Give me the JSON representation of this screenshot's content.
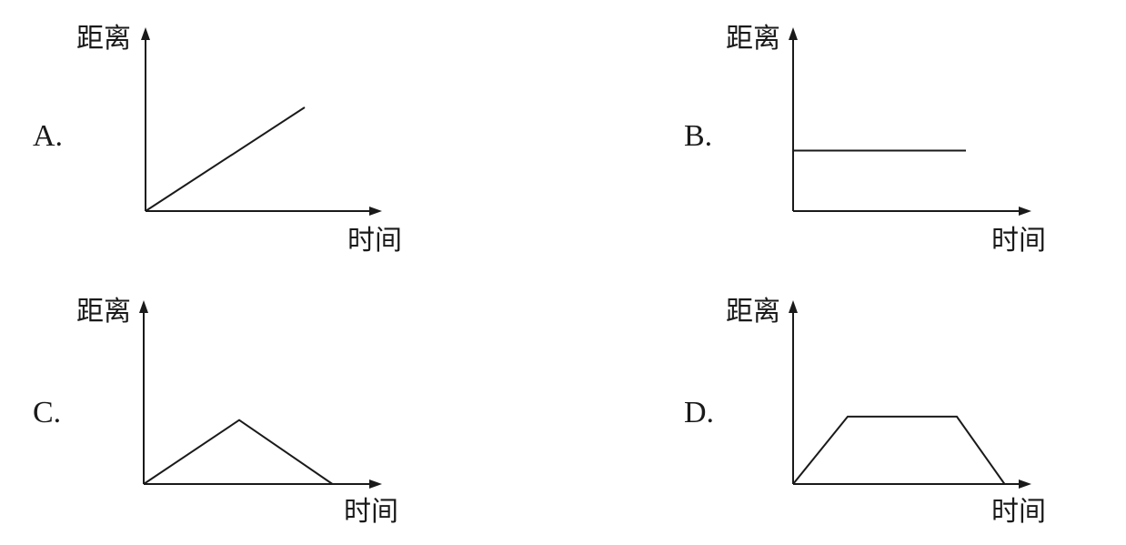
{
  "chart_data": [
    {
      "type": "line",
      "option": "A.",
      "xlabel": "时间",
      "ylabel": "距离",
      "xlim": [
        0,
        10
      ],
      "ylim": [
        0,
        10
      ],
      "grid": false,
      "series": [
        {
          "x": [
            0,
            7
          ],
          "y": [
            0,
            6
          ]
        }
      ]
    },
    {
      "type": "line",
      "option": "B.",
      "xlabel": "时间",
      "ylabel": "距离",
      "xlim": [
        0,
        10
      ],
      "ylim": [
        0,
        10
      ],
      "grid": false,
      "series": [
        {
          "x": [
            0,
            7.6
          ],
          "y": [
            3.5,
            3.5
          ]
        }
      ]
    },
    {
      "type": "line",
      "option": "C.",
      "xlabel": "时间",
      "ylabel": "距离",
      "xlim": [
        0,
        10
      ],
      "ylim": [
        0,
        10
      ],
      "grid": false,
      "series": [
        {
          "x": [
            0,
            4.2,
            8.3
          ],
          "y": [
            0,
            3.7,
            0
          ]
        }
      ]
    },
    {
      "type": "line",
      "option": "D.",
      "xlabel": "时间",
      "ylabel": "距离",
      "xlim": [
        0,
        10
      ],
      "ylim": [
        0,
        10
      ],
      "grid": false,
      "series": [
        {
          "x": [
            0,
            2.4,
            7.2,
            9.3
          ],
          "y": [
            0,
            3.9,
            3.9,
            0
          ]
        }
      ]
    }
  ]
}
